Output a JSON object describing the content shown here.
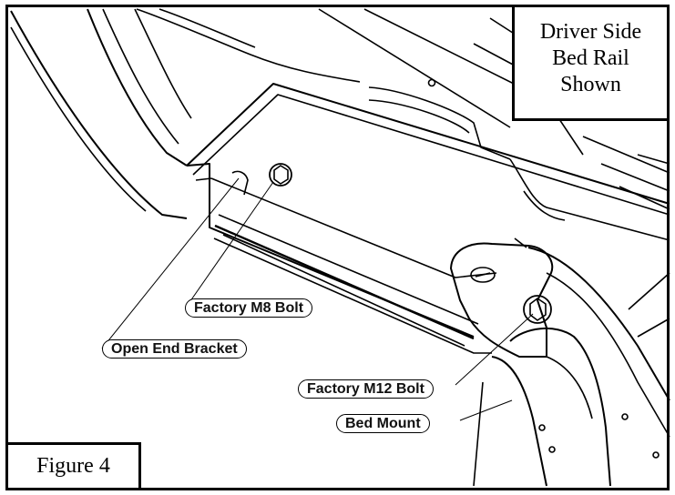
{
  "title_box": {
    "lines": [
      "Driver Side",
      "Bed Rail",
      "Shown"
    ]
  },
  "figure_label": "Figure 4",
  "callouts": {
    "factory_m8_bolt": "Factory M8 Bolt",
    "open_end_bracket": "Open End Bracket",
    "factory_m12_bolt": "Factory M12 Bolt",
    "bed_mount": "Bed Mount"
  },
  "colors": {
    "line": "#000000",
    "shade": "#d8d8d8",
    "background": "#ffffff"
  }
}
